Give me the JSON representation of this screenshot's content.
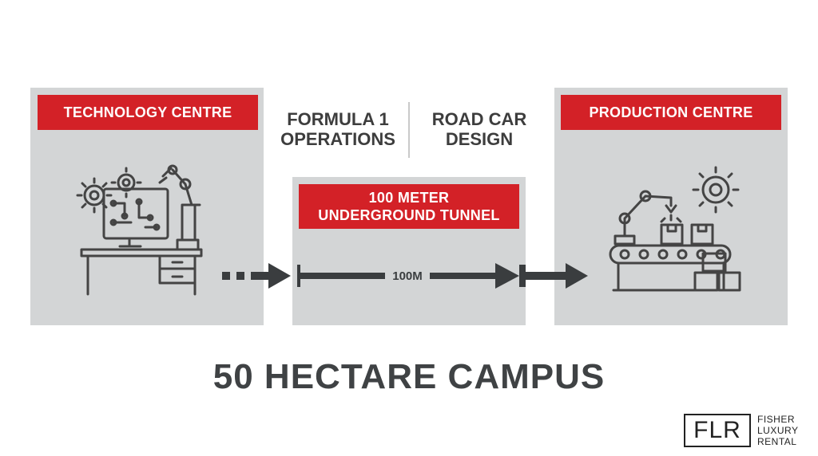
{
  "tech_centre": {
    "label": "TECHNOLOGY CENTRE"
  },
  "formula_one": {
    "line1": "FORMULA 1",
    "line2": "OPERATIONS"
  },
  "road_car": {
    "line1": "ROAD CAR",
    "line2": "DESIGN"
  },
  "production_centre": {
    "label": "PRODUCTION CENTRE"
  },
  "tunnel": {
    "line1": "100 METER",
    "line2": "UNDERGROUND TUNNEL",
    "distance": "100M"
  },
  "campus": {
    "title": "50 HECTARE CAMPUS"
  },
  "logo": {
    "mark": "FLR",
    "line1": "FISHER",
    "line2": "LUXURY",
    "line3": "RENTAL"
  },
  "colors": {
    "accent_red": "#d32127",
    "panel_grey": "#d3d5d6",
    "ink": "#3f4244"
  },
  "icons": {
    "tech": "workstation-robot-arm-icon",
    "production": "assembly-line-robot-icon"
  }
}
